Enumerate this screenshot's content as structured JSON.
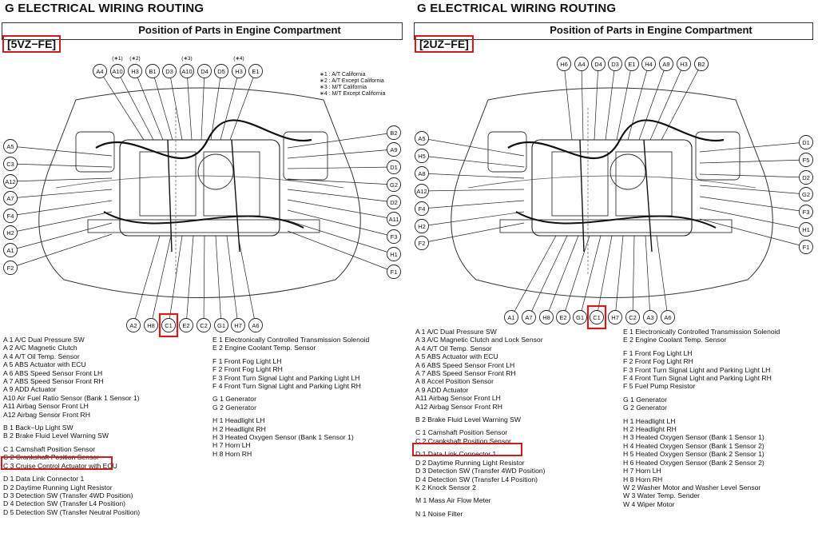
{
  "left": {
    "header": "G  ELECTRICAL WIRING ROUTING",
    "subtitle": "Position of Parts in Engine Compartment",
    "engine": "[5VZ−FE]",
    "notes": [
      "∗1 :  A/T California",
      "∗2 :  A/T Except California",
      "∗3 :  M/T California",
      "∗4 :  M/T Except California"
    ],
    "top_marks": [
      "(∗1)",
      "(∗2)",
      "(∗3)",
      "(∗4)"
    ],
    "top_labels": [
      "A4",
      "A10",
      "H3",
      "B1",
      "D3",
      "A10",
      "D4",
      "D5",
      "H3",
      "E1"
    ],
    "left_labels": [
      "A5",
      "C3",
      "A12",
      "A7",
      "F4",
      "H2",
      "A1",
      "F2"
    ],
    "right_labels": [
      "B2",
      "A9",
      "D1",
      "G2",
      "D2",
      "A11",
      "F3",
      "H1",
      "F1"
    ],
    "bottom_labels": [
      "A2",
      "H8",
      "C1",
      "E2",
      "C2",
      "G1",
      "H7",
      "A6"
    ],
    "legend_col1": [
      "A  1  A/C Dual Pressure SW",
      "A  2  A/C Magnetic Clutch",
      "A  4  A/T Oil Temp. Sensor",
      "A  5  ABS Actuator with ECU",
      "A  6  ABS Speed Sensor Front LH",
      "A  7  ABS Speed Sensor Front RH",
      "A  9  ADD Actuator",
      "A10  Air Fuel Ratio Sensor (Bank 1 Sensor 1)",
      "A11  Airbag Sensor Front LH",
      "A12  Airbag Sensor Front RH",
      "",
      "B  1  Back−Up Light SW",
      "B  2  Brake Fluid Level Warning SW",
      "",
      "C  1  Camshaft Position Sensor",
      "C  2  Crankshaft Position Sensor",
      "C  3  Cruise Control Actuator with ECU",
      "",
      "D  1  Data Link Connector 1",
      "D  2  Daytime Running Light Resistor",
      "D  3  Detection SW (Transfer 4WD Position)",
      "D  4  Detection SW (Transfer L4 Position)",
      "D  5  Detection SW (Transfer Neutral Position)"
    ],
    "legend_col2": [
      "E  1  Electronically Controlled Transmission Solenoid",
      "E  2  Engine Coolant Temp. Sensor",
      "",
      "F  1  Front Fog Light LH",
      "F  2  Front Fog Light RH",
      "F  3  Front Turn Signal Light and Parking Light LH",
      "F  4  Front Turn Signal Light and Parking Light RH",
      "",
      "G  1  Generator",
      "G  2  Generator",
      "",
      "H  1  Headlight LH",
      "H  2  Headlight RH",
      "H  3  Heated Oxygen Sensor (Bank 1 Sensor 1)",
      "H  7  Horn LH",
      "H  8  Horn RH"
    ]
  },
  "right": {
    "header": "G  ELECTRICAL WIRING ROUTING",
    "subtitle": "Position of Parts in Engine Compartment",
    "engine": "[2UZ−FE]",
    "top_labels": [
      "H6",
      "A4",
      "D4",
      "D3",
      "E1",
      "H4",
      "A9",
      "H3",
      "B2"
    ],
    "left_labels": [
      "A5",
      "H5",
      "A8",
      "A12",
      "F4",
      "H2",
      "F2"
    ],
    "right_labels": [
      "D1",
      "F5",
      "D2",
      "G2",
      "F3",
      "H1",
      "F1"
    ],
    "bottom_labels": [
      "A1",
      "A7",
      "H8",
      "E2",
      "G1",
      "C1",
      "H7",
      "C2",
      "A3",
      "A6"
    ],
    "legend_col1": [
      "A  1  A/C Dual Pressure SW",
      "A  3  A/C Magnetic Clutch and Lock Sensor",
      "A  4  A/T Oil Temp. Sensor",
      "A  5  ABS Actuator with ECU",
      "A  6  ABS Speed Sensor Front LH",
      "A  7  ABS Speed Sensor Front RH",
      "A  8  Accel Position Sensor",
      "A  9  ADD Actuator",
      "A11  Airbag Sensor Front LH",
      "A12  Airbag Sensor Front RH",
      "",
      "B  2  Brake Fluid Level Warning SW",
      "",
      "C  1  Camshaft Position Sensor",
      "C  2  Crankshaft Position Sensor",
      "",
      "D  1  Data Link Connector 1",
      "D  2  Daytime Running Light Resistor",
      "D  3  Detection SW (Transfer 4WD Position)",
      "D  4  Detection SW (Transfer L4 Position)",
      "K  2  Knock Sensor 2",
      "",
      "M  1  Mass Air Flow Meter",
      "",
      "N  1  Noise Filter"
    ],
    "legend_col2": [
      "E  1  Electronically Controlled Transmission Solenoid",
      "E  2  Engine Coolant Temp. Sensor",
      "",
      "F  1  Front Fog Light LH",
      "F  2  Front Fog Light RH",
      "F  3  Front Turn Signal Light and Parking Light LH",
      "F  4  Front Turn Signal Light and Parking Light RH",
      "F  5  Fuel Pump Resistor",
      "",
      "G  1  Generator",
      "G  2  Generator",
      "",
      "H  1  Headlight LH",
      "H  2  Headlight RH",
      "H  3  Heated Oxygen Sensor (Bank 1 Sensor 1)",
      "H  4  Heated Oxygen Sensor (Bank 1 Sensor 2)",
      "H  5  Heated Oxygen Sensor (Bank 2 Sensor 1)",
      "H  6  Heated Oxygen Sensor (Bank 2 Sensor 2)",
      "H  7  Horn LH",
      "H  8  Horn RH",
      "W  2  Washer Motor and Washer Level Sensor",
      "W  3  Water Temp. Sender",
      "W  4  Wiper Motor"
    ]
  },
  "highlight_color": "#d01c1c"
}
